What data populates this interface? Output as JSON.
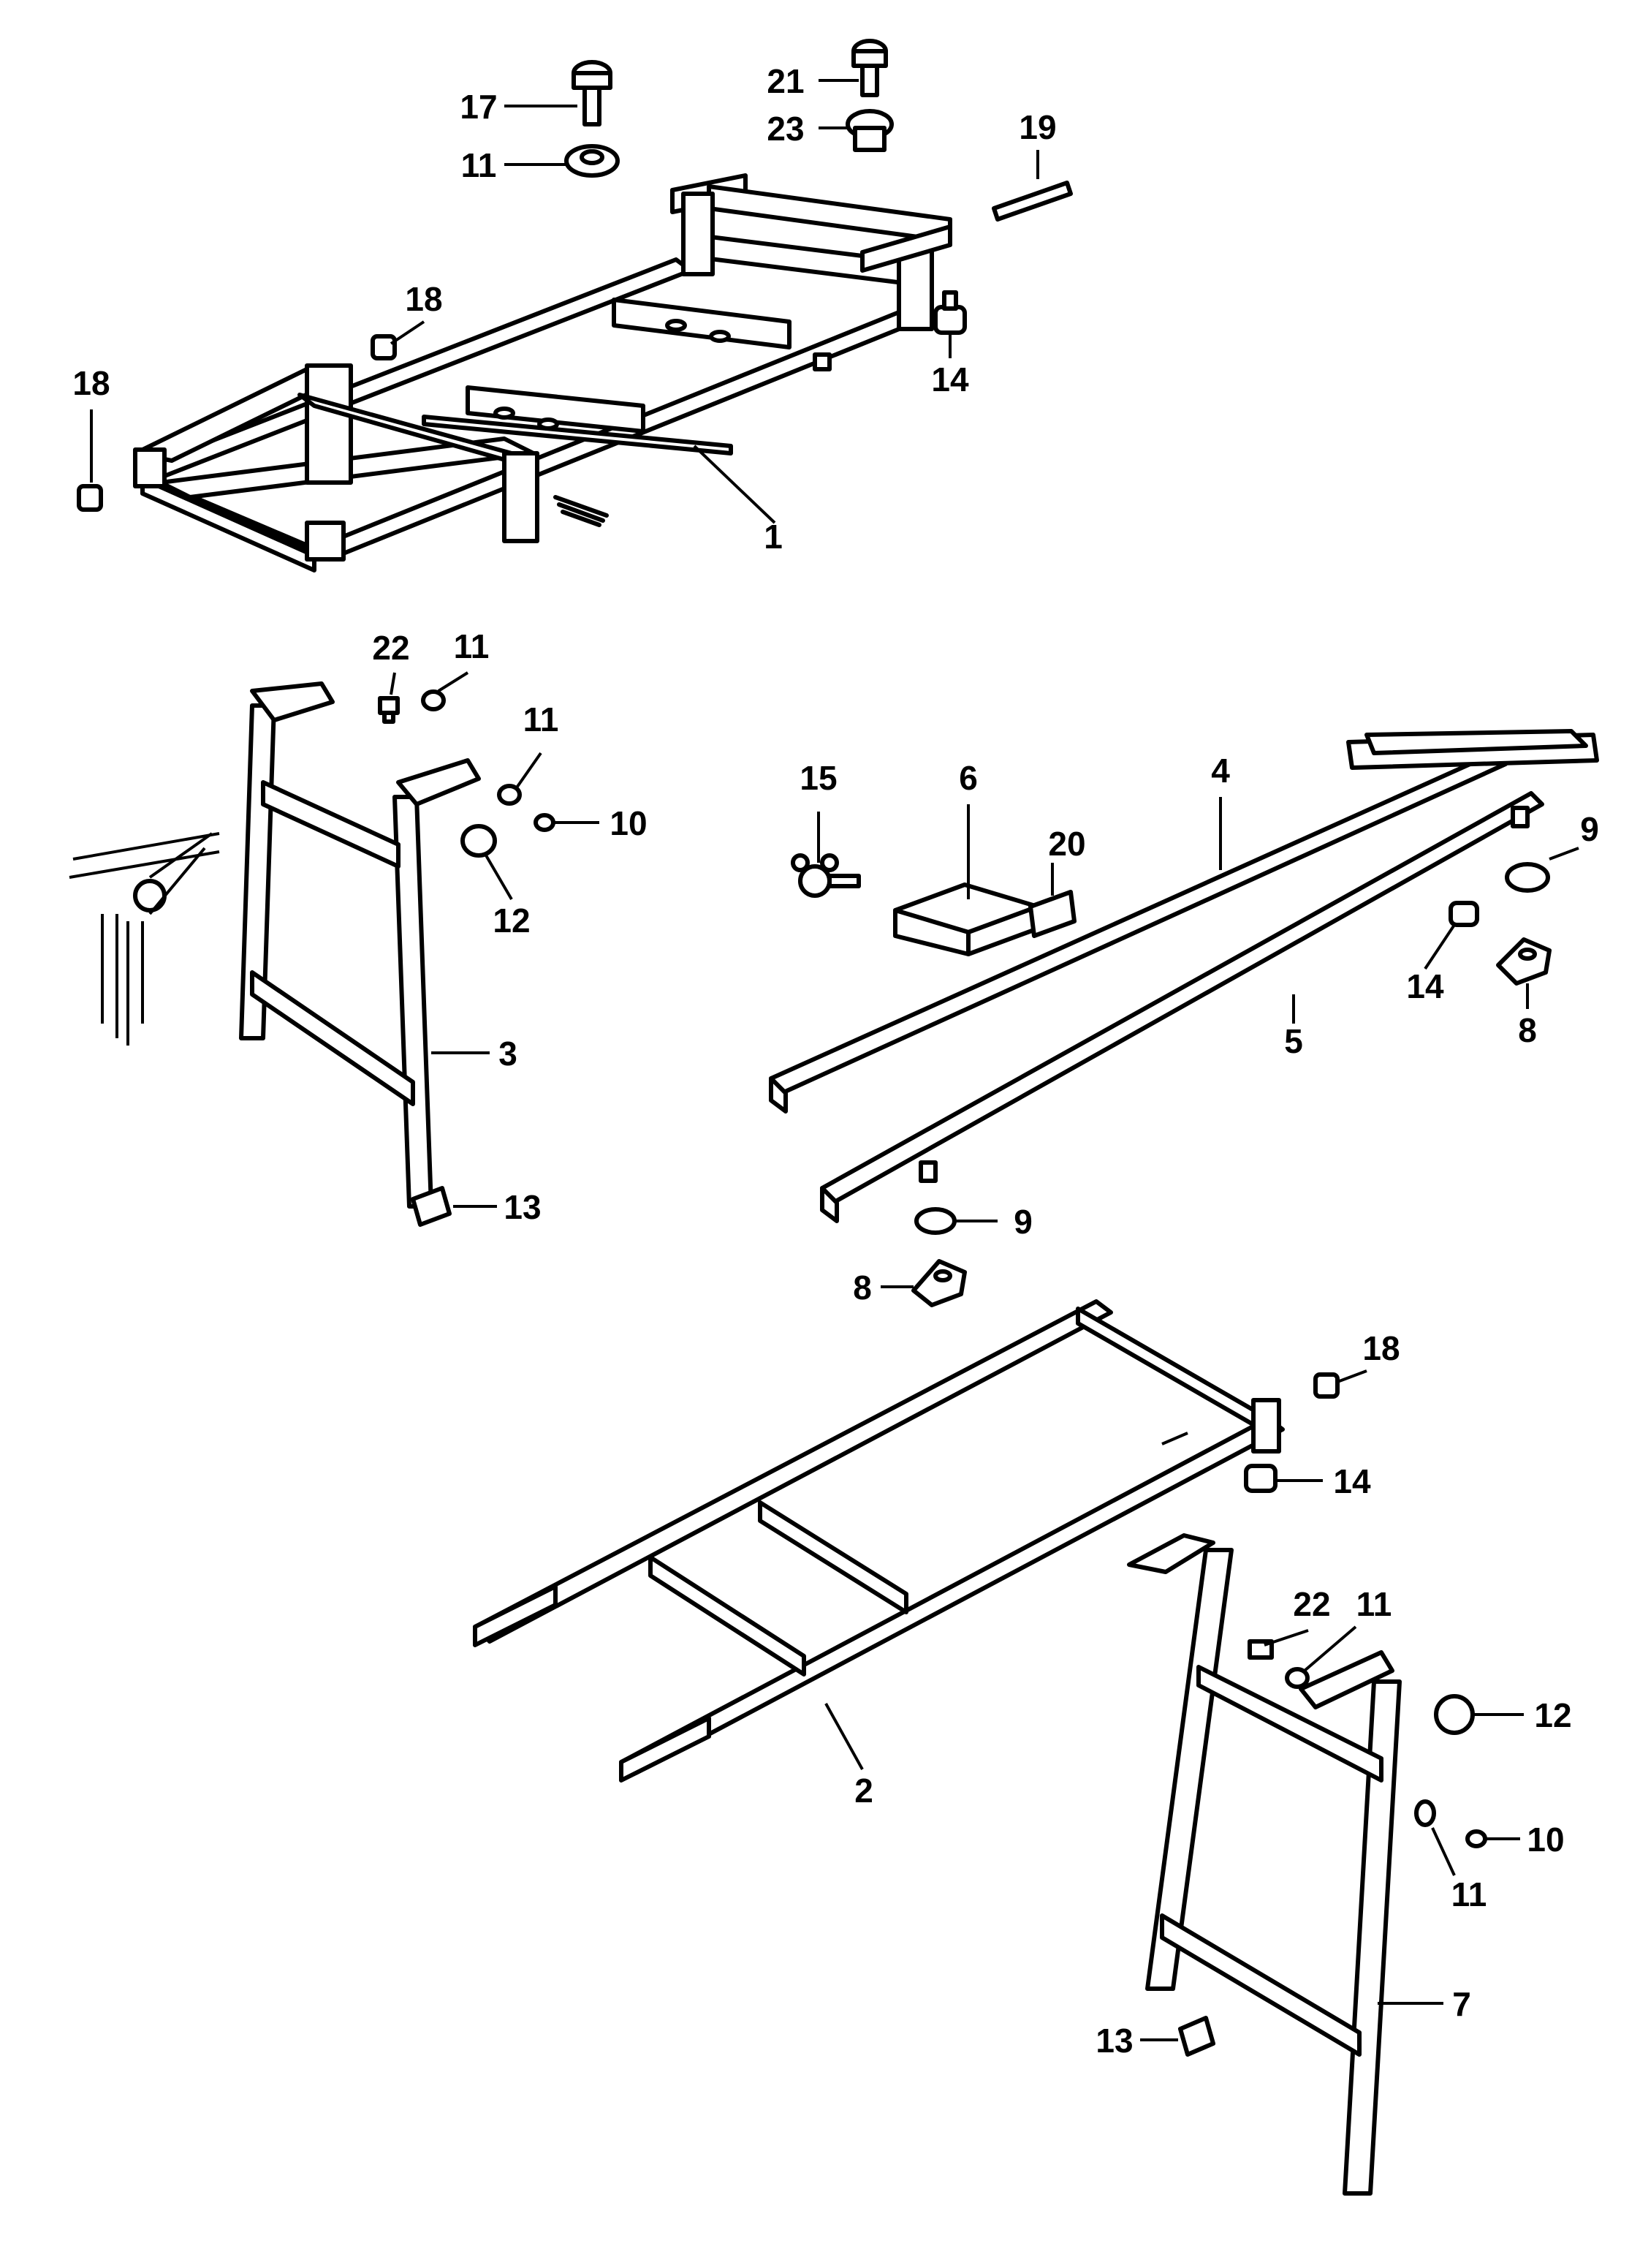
{
  "callouts": {
    "c1": "1",
    "c2": "2",
    "c3": "3",
    "c4": "4",
    "c5": "5",
    "c6": "6",
    "c7": "7",
    "c8a": "8",
    "c8b": "8",
    "c9a": "9",
    "c9b": "9",
    "c10a": "10",
    "c10b": "10",
    "c11a": "11",
    "c11b": "11",
    "c11c": "11",
    "c11d": "11",
    "c11e": "11",
    "c12a": "12",
    "c12b": "12",
    "c13a": "13",
    "c13b": "13",
    "c14a": "14",
    "c14b": "14",
    "c14c": "14",
    "c15": "15",
    "c17": "17",
    "c18a": "18",
    "c18b": "18",
    "c18c": "18",
    "c19": "19",
    "c20": "20",
    "c21": "21",
    "c22a": "22",
    "c22b": "22",
    "c23": "23"
  }
}
